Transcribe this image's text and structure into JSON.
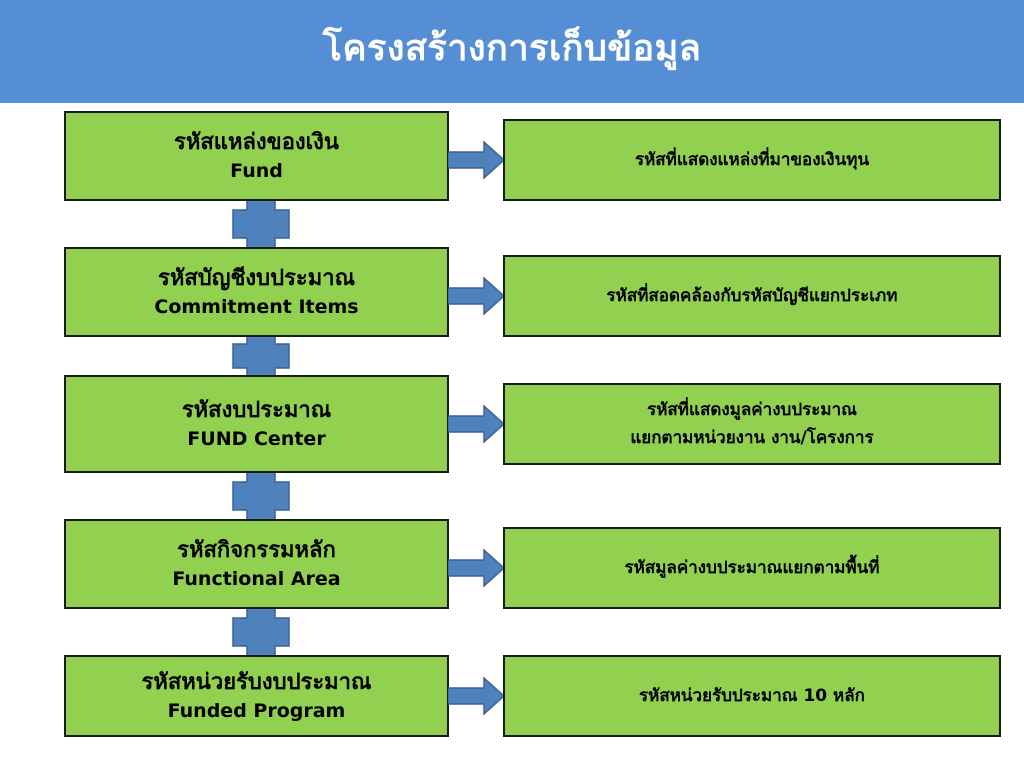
{
  "title": "โครงสร้างการเก็บข้อมูล",
  "colors": {
    "title_bar": "#558ed5",
    "box_fill": "#92d050",
    "box_border": "#1a1a1a",
    "connector_fill": "#4f81bd",
    "connector_stroke": "#3a6396"
  },
  "levels": [
    {
      "code_name_th": "รหัสแหล่งของเงิน",
      "code_name_en": "Fund",
      "description": "รหัสที่แสดงแหล่งที่มาของเงินทุน"
    },
    {
      "code_name_th": "รหัสบัญชีงบประมาณ",
      "code_name_en": "Commitment Items",
      "description": "รหัสที่สอดคล้องกับรหัสบัญชีแยกประเภท"
    },
    {
      "code_name_th": "รหัสงบประมาณ",
      "code_name_en": "FUND Center",
      "description_line1": "รหัสที่แสดงมูลค่างบประมาณ",
      "description_line2": "แยกตามหน่วยงาน งาน/โครงการ"
    },
    {
      "code_name_th": "รหัสกิจกรรมหลัก",
      "code_name_en": "Functional Area",
      "description": "รหัสมูลค่างบประมาณแยกตามพื้นที่"
    },
    {
      "code_name_th": "รหัสหน่วยรับงบประมาณ",
      "code_name_en": "Funded Program",
      "description": "รหัสหน่วยรับประมาณ 10 หลัก"
    }
  ]
}
